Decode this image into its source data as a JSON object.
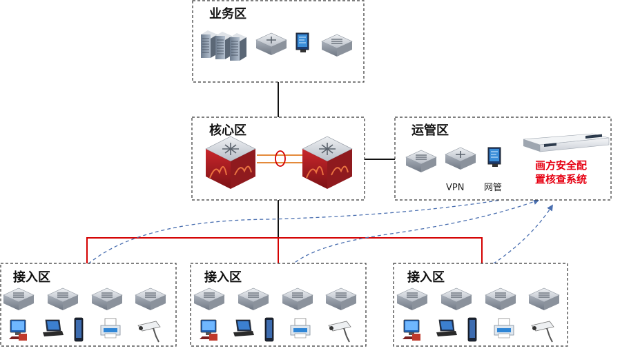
{
  "zones": {
    "business": {
      "title": "业务区"
    },
    "core": {
      "title": "核心区"
    },
    "ops": {
      "title": "运管区",
      "vpn_label": "VPN",
      "netmgmt_label": "网管",
      "system_label_line1": "画方安全配",
      "system_label_line2": "置核查系统",
      "system_label_color": "#e60012"
    },
    "access": [
      {
        "title": "接入区"
      },
      {
        "title": "接入区"
      },
      {
        "title": "接入区"
      }
    ]
  },
  "colors": {
    "zone_border": "#333333",
    "link_black": "#111111",
    "access_uplink_red": "#d40000",
    "core_orange_link": "#e07a1f",
    "dashed_arrow_blue": "#4a6fb0"
  },
  "icons": [
    "server-rack-icon",
    "router-icon",
    "monitor-icon",
    "switch-icon",
    "firewall-core-switch-icon",
    "vpn-gateway-icon",
    "server-appliance-icon",
    "pc-icon",
    "laptop-icon",
    "phone-icon",
    "printer-icon",
    "camera-icon"
  ]
}
